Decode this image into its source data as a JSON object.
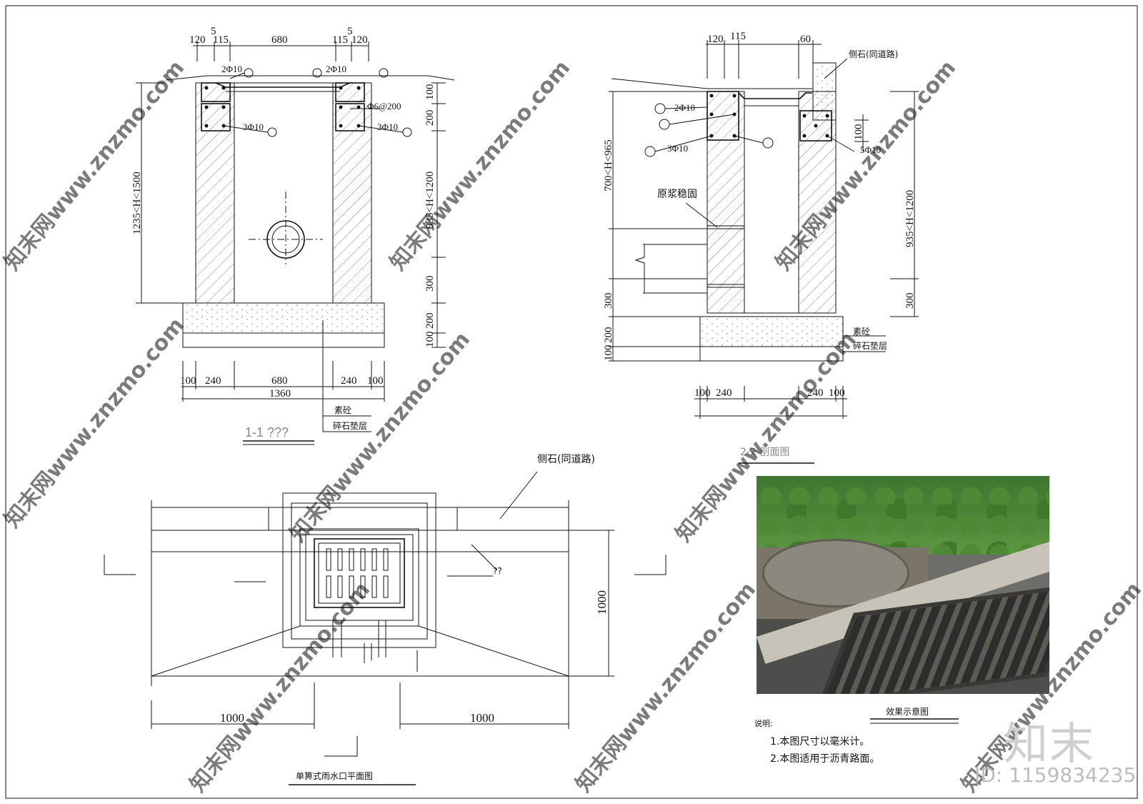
{
  "section11": {
    "title": "1-1 ???",
    "top_dims": [
      "120",
      "115",
      "680",
      "115",
      "120"
    ],
    "top_small": [
      "5",
      "5"
    ],
    "bottom_dims": [
      "100",
      "240",
      "680",
      "240",
      "100"
    ],
    "overall_width": "1360",
    "left_height": "1235<H<1500",
    "right_dims": [
      "100",
      "200",
      "935<H<1200",
      "300",
      "200",
      "100"
    ],
    "rebar_labels": [
      "2Φ10",
      "2Φ10",
      "3Φ10",
      "3Φ10",
      "Φ6@200"
    ],
    "base_labels": [
      "素砼",
      "碎石垫层"
    ]
  },
  "section22": {
    "title": "2-2  剖面图",
    "top_dims": [
      "120",
      "115",
      "60"
    ],
    "curb_label": "侧石(同道路)",
    "left_dims": [
      "700<H<965",
      "300",
      "200",
      "100"
    ],
    "right_dims": [
      "100",
      "935<H<1200",
      "300"
    ],
    "rebar_labels": [
      "2Φ10",
      "3Φ10",
      "5Φ10"
    ],
    "mortar_label": "原浆稳固",
    "base_labels": [
      "素砼",
      "碎石垫层"
    ],
    "bottom_dims": [
      "100",
      "240",
      "240",
      "100"
    ]
  },
  "plan": {
    "title": "单箅式雨水口平面图",
    "curb_label": "侧石(同道路)",
    "unknown_label": "??",
    "height_dim": "1000",
    "bottom_dims": [
      "1000",
      "1000"
    ]
  },
  "photo": {
    "caption": "效果示意图"
  },
  "notes": {
    "heading": "说明:",
    "items": [
      "1.本图尺寸以毫米计。",
      "2.本图适用于沥青路面。"
    ]
  },
  "watermark": {
    "text": "知末网www.znzmo.com",
    "logo": "知末",
    "id": "ID: 1159834235"
  }
}
